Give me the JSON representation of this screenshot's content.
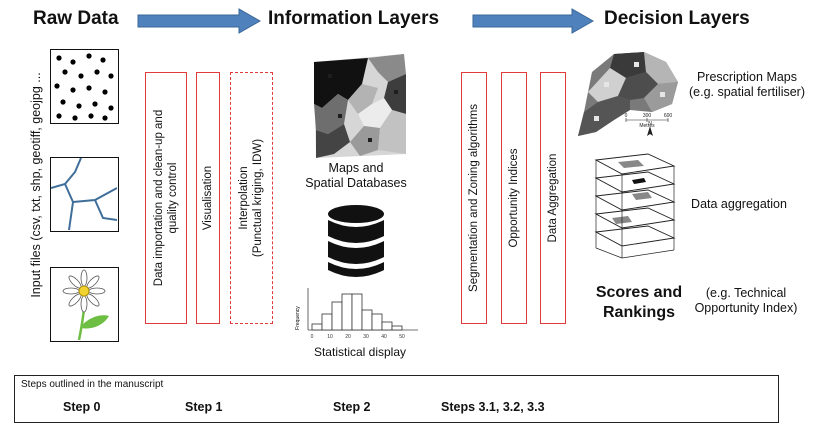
{
  "headers": {
    "raw_data": "Raw Data",
    "information_layers": "Information Layers",
    "decision_layers": "Decision Layers"
  },
  "input_files_label": "Input files (csv, txt, shp, geotiff, geojpg ...",
  "processing_steps": {
    "import_line1": "Data importation and clean-up and",
    "import_line2": "quality control",
    "visualisation": "Visualisation",
    "interp_line1": "Interpolation",
    "interp_line2": "(Punctual kriging, IDW)"
  },
  "info_outputs": {
    "maps_line1": "Maps and",
    "maps_line2": "Spatial Databases",
    "statistical_display": "Statistical display",
    "histogram_ylabel": "Frequency",
    "histogram_ticks": [
      "0",
      "10",
      "20",
      "30",
      "40",
      "50"
    ]
  },
  "decision_steps": {
    "segmentation": "Segmentation and Zoning algorithms",
    "opportunity": "Opportunity Indices",
    "aggregation": "Data Aggregation"
  },
  "decision_outputs": {
    "prescription_line1": "Prescription Maps",
    "prescription_line2": "(e.g. spatial fertiliser)",
    "map_scale_ticks": [
      "0",
      "300",
      "600"
    ],
    "map_scale_unit": "Metres",
    "map_north": "N",
    "data_aggregation": "Data aggregation",
    "scores_line1": "Scores and",
    "scores_line2": "Rankings",
    "technical_line1": "(e.g. Technical",
    "technical_line2": "Opportunity Index)"
  },
  "steps_panel": {
    "caption": "Steps outlined in the manuscript",
    "step0": "Step 0",
    "step1": "Step 1",
    "step2": "Step 2",
    "step3": "Steps 3.1, 3.2, 3.3"
  },
  "colors": {
    "arrow": "#4f81bd",
    "arrow_border": "#3a6797",
    "red_box": "#e03a3a",
    "flower_leaf": "#6fbe44",
    "flower_center": "#f2d22e",
    "road_lines": "#3f6e9a"
  }
}
